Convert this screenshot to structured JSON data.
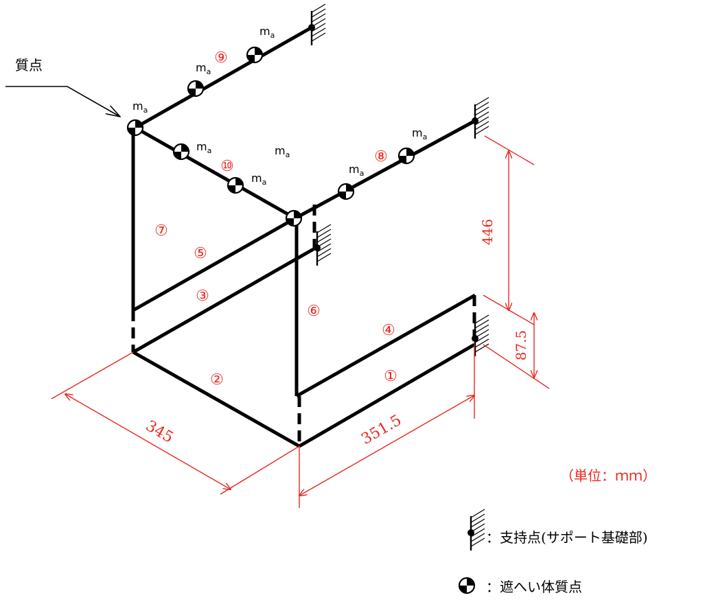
{
  "labels": {
    "mass_point": "質点",
    "unit": "（単位：ｍｍ）",
    "mass_symbol": "m",
    "mass_subscript": "a"
  },
  "members": {
    "m1": "①",
    "m2": "②",
    "m3": "③",
    "m4": "④",
    "m5": "⑤",
    "m6": "⑥",
    "m7": "⑦",
    "m8": "⑧",
    "m9": "⑨",
    "m10": "⑩"
  },
  "dimensions": {
    "width_left": "345",
    "width_right": "351.5",
    "height_upper": "446",
    "height_lower": "87.5"
  },
  "legend": {
    "support": "：支持点(サポート基礎部)",
    "mass": "：遮へい体質点"
  },
  "colors": {
    "dimension": "#e8281e",
    "structure": "#000000"
  }
}
